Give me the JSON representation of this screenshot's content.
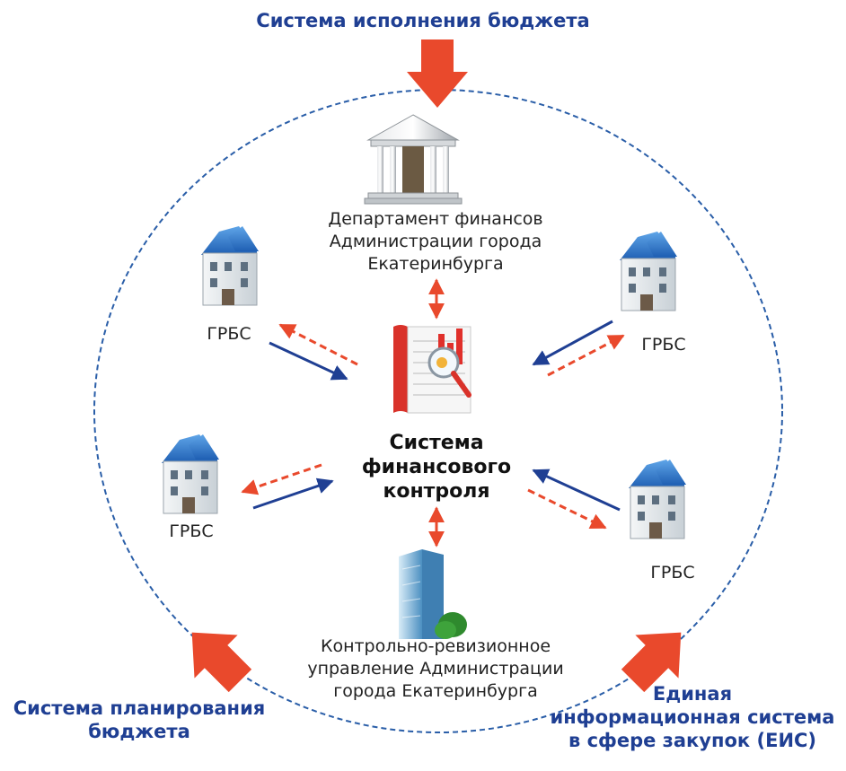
{
  "external": {
    "top": "Система исполнения бюджета",
    "bottom_left_1": "Система планирования",
    "bottom_left_2": "бюджета",
    "bottom_right_1": "Единая",
    "bottom_right_2": "информационная система",
    "bottom_right_3": "в сфере закупок (ЕИС)"
  },
  "center": {
    "line1": "Система",
    "line2": "финансового",
    "line3": "контроля"
  },
  "finance_dept": {
    "line1": "Департамент финансов",
    "line2": "Администрации города",
    "line3": "Екатеринбурга"
  },
  "audit_dept": {
    "line1": "Контрольно-ревизионное",
    "line2": "управление Администрации",
    "line3": "города Екатеринбурга"
  },
  "grbs": {
    "top_left": "ГРБС",
    "top_right": "ГРБС",
    "bottom_left": "ГРБС",
    "bottom_right": "ГРБС"
  },
  "colors": {
    "blue_arrow": "#1f3f93",
    "red_arrow": "#e9492c",
    "circle": "#2a5ea8",
    "heading": "#1f3f93"
  }
}
